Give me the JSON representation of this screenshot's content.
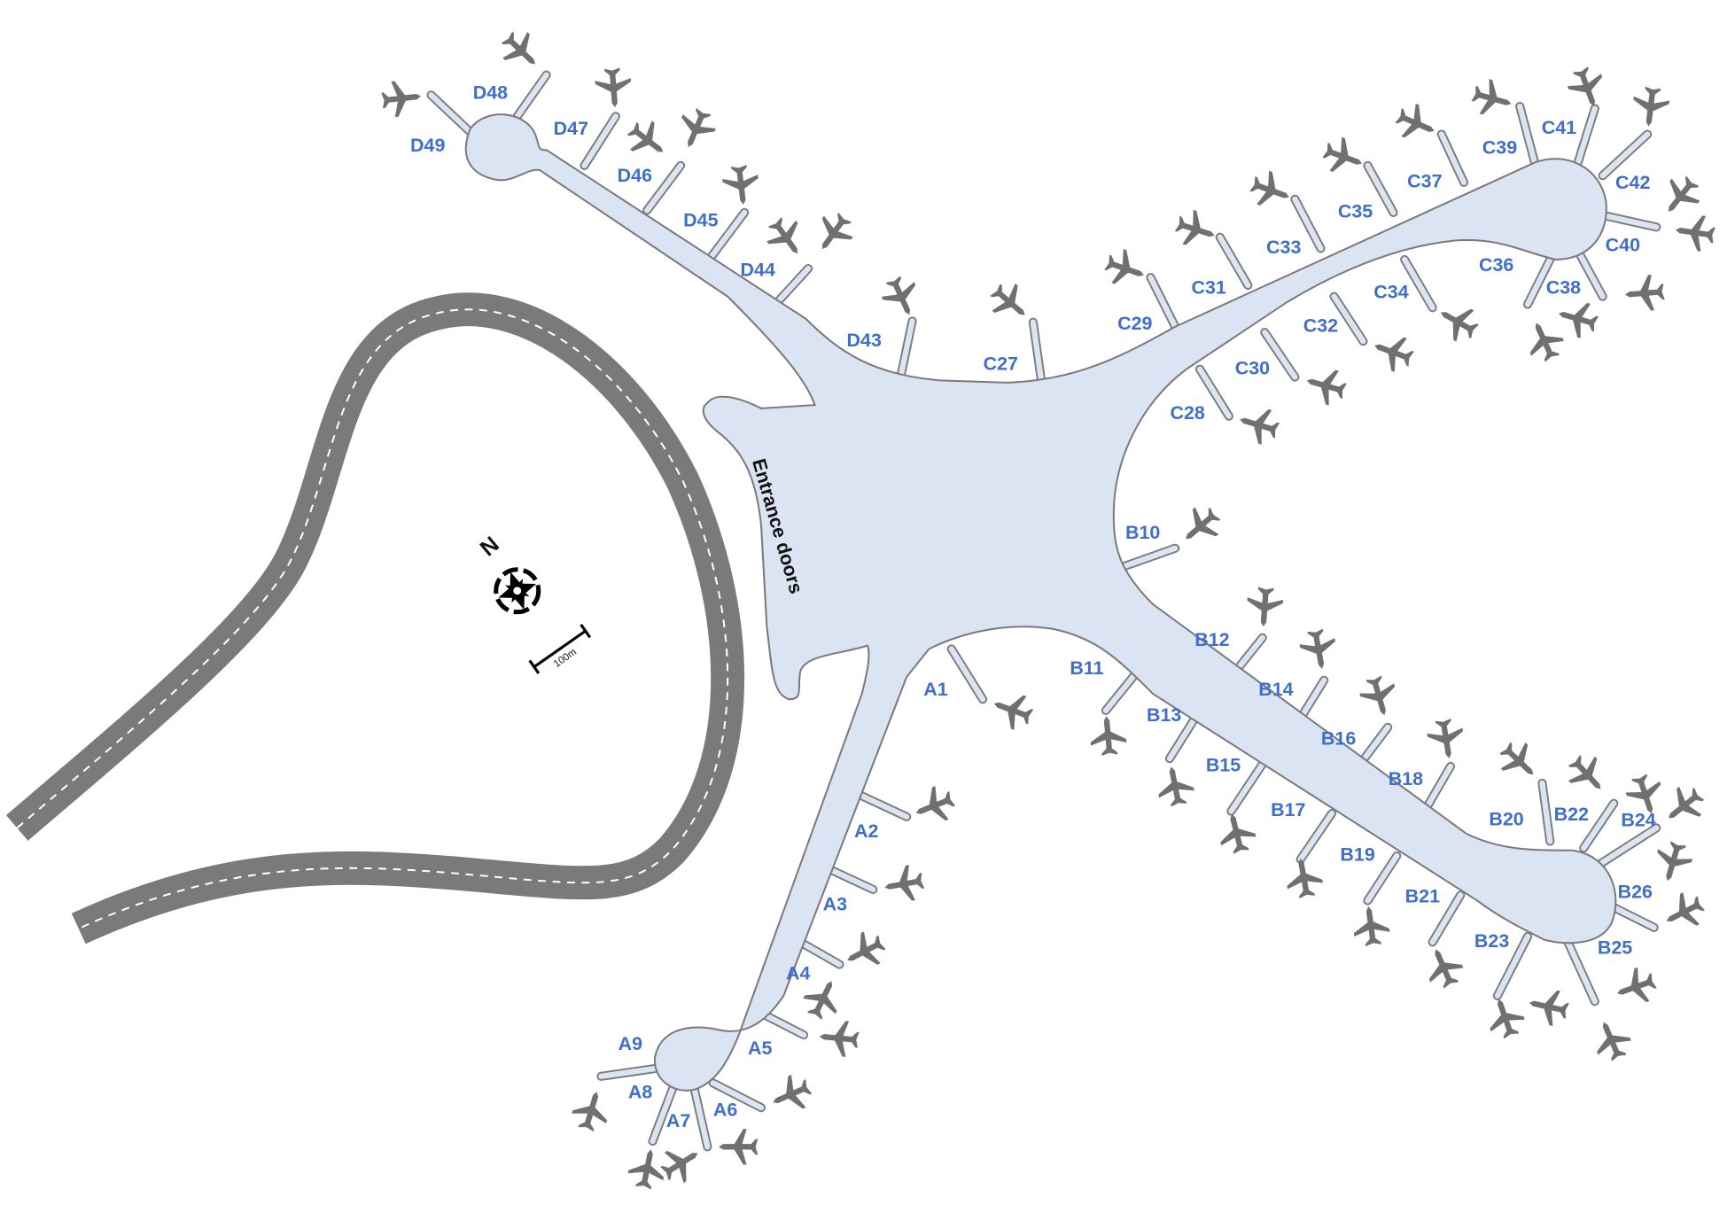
{
  "map": {
    "entrance_label": "Entrance doors",
    "compass_label": "N",
    "scale_label": "100m",
    "colors": {
      "terminal": "#dbe4f3",
      "outline": "#7a7a7a",
      "gate_label": "#3f6fc8",
      "plane": "#707070",
      "road": "#7a7a7a"
    }
  },
  "gates": [
    {
      "id": "D49"
    },
    {
      "id": "D48"
    },
    {
      "id": "D47"
    },
    {
      "id": "D46"
    },
    {
      "id": "D45"
    },
    {
      "id": "D44"
    },
    {
      "id": "D43"
    },
    {
      "id": "C27"
    },
    {
      "id": "C29"
    },
    {
      "id": "C31"
    },
    {
      "id": "C33"
    },
    {
      "id": "C35"
    },
    {
      "id": "C37"
    },
    {
      "id": "C39"
    },
    {
      "id": "C41"
    },
    {
      "id": "C42"
    },
    {
      "id": "C40"
    },
    {
      "id": "C38"
    },
    {
      "id": "C36"
    },
    {
      "id": "C34"
    },
    {
      "id": "C32"
    },
    {
      "id": "C30"
    },
    {
      "id": "C28"
    },
    {
      "id": "B10"
    },
    {
      "id": "B12"
    },
    {
      "id": "B11"
    },
    {
      "id": "B14"
    },
    {
      "id": "B13"
    },
    {
      "id": "B16"
    },
    {
      "id": "B15"
    },
    {
      "id": "B18"
    },
    {
      "id": "B17"
    },
    {
      "id": "B20"
    },
    {
      "id": "B19"
    },
    {
      "id": "B22"
    },
    {
      "id": "B24"
    },
    {
      "id": "B21"
    },
    {
      "id": "B26"
    },
    {
      "id": "B23"
    },
    {
      "id": "B25"
    },
    {
      "id": "A1"
    },
    {
      "id": "A2"
    },
    {
      "id": "A3"
    },
    {
      "id": "A4"
    },
    {
      "id": "A5"
    },
    {
      "id": "A6"
    },
    {
      "id": "A7"
    },
    {
      "id": "A8"
    },
    {
      "id": "A9"
    }
  ]
}
